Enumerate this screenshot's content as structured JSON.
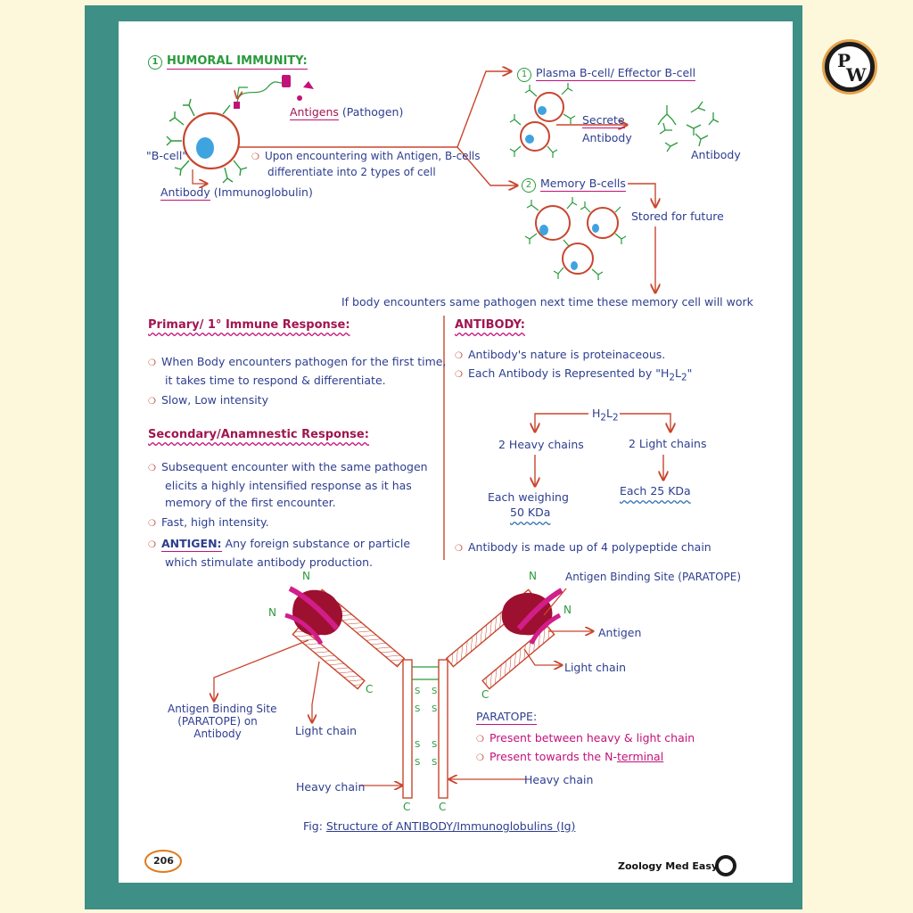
{
  "page": {
    "number": "206",
    "footer": "Zoology Med Easy",
    "logo": "PW"
  },
  "humoral": {
    "num": "1",
    "title": "HUMORAL IMMUNITY:",
    "antigens_word": "Antigens",
    "antigens_paren": "(Pathogen)",
    "bcell": "\"B-cell\"",
    "antibody_word": "Antibody",
    "antibody_paren": "(Immunoglobulin)",
    "differentiate_1": "Upon encountering with Antigen, B-cells",
    "differentiate_2": "differentiate into 2 types of cell",
    "plasma_num": "1",
    "plasma": "Plasma B-cell/ Effector B-cell",
    "secrete_1": "Secrete",
    "secrete_2": "Antibody",
    "antibody_label": "Antibody",
    "memory_num": "2",
    "memory": "Memory B-cells",
    "stored": "Stored  for future",
    "next_time": "If body encounters same pathogen next time these memory cell will work"
  },
  "primary": {
    "title": "Primary/ 1° Immune Response:",
    "b1_l1": "When Body encounters pathogen for the first time,",
    "b1_l2": "it takes time to respond & differentiate.",
    "b2": "Slow, Low intensity"
  },
  "secondary": {
    "title": "Secondary/Anamnestic Response:",
    "b1_l1": "Subsequent  encounter  with  the  same  pathogen",
    "b1_l2": "elicits  a  highly  intensified  response  as  it  has",
    "b1_l3": "memory of the first encounter.",
    "b2": "Fast, high intensity.",
    "antigen_key": "ANTIGEN:",
    "antigen_l1": "Any  foreign  substance  or  particle",
    "antigen_l2": "which stimulate antibody production."
  },
  "antibody": {
    "title": "ANTIBODY:",
    "b1": "Antibody's nature is proteinaceous.",
    "b2_pre": "Each Antibody is Represented by \"H",
    "b2_sub1": "2",
    "b2_mid": "L",
    "b2_sub2": "2",
    "b2_post": "\"",
    "h": "H",
    "h_sub": "2",
    "l": "L",
    "l_sub": "2",
    "heavy": "2 Heavy chains",
    "light": "2 Light chains",
    "weigh_1": "Each weighing",
    "weigh_2": "50 KDa",
    "each25": "Each 25 KDa",
    "b3": "Antibody is made up of 4 polypeptide chain"
  },
  "figure": {
    "n": "N",
    "c": "C",
    "s": "S",
    "paratope_top": "Antigen Binding Site (PARATOPE)",
    "antigen": "Antigen",
    "light_right": "Light chain",
    "abs_l1": "Antigen Binding Site",
    "abs_l2": "(PARATOPE) on",
    "abs_l3": "Antibody",
    "light_left": "Light chain",
    "heavy_left": "Heavy chain",
    "heavy_right": "Heavy chain",
    "paratope_title": "PARATOPE:",
    "paratope_b1": "Present between heavy & light chain",
    "paratope_b2_pre": "Present towards the N-",
    "paratope_b2_u": "terminal",
    "caption_pre": "Fig: ",
    "caption": "Structure of ANTIBODY/Immunoglobulins (Ig)"
  },
  "colors": {
    "teal_frame": "#3e8f86",
    "cream": "#fdf8dc",
    "heading_maroon": "#a0164f",
    "text_blue": "#2d3e8f",
    "arrow_red": "#c8462e",
    "green": "#2a9a3c"
  }
}
